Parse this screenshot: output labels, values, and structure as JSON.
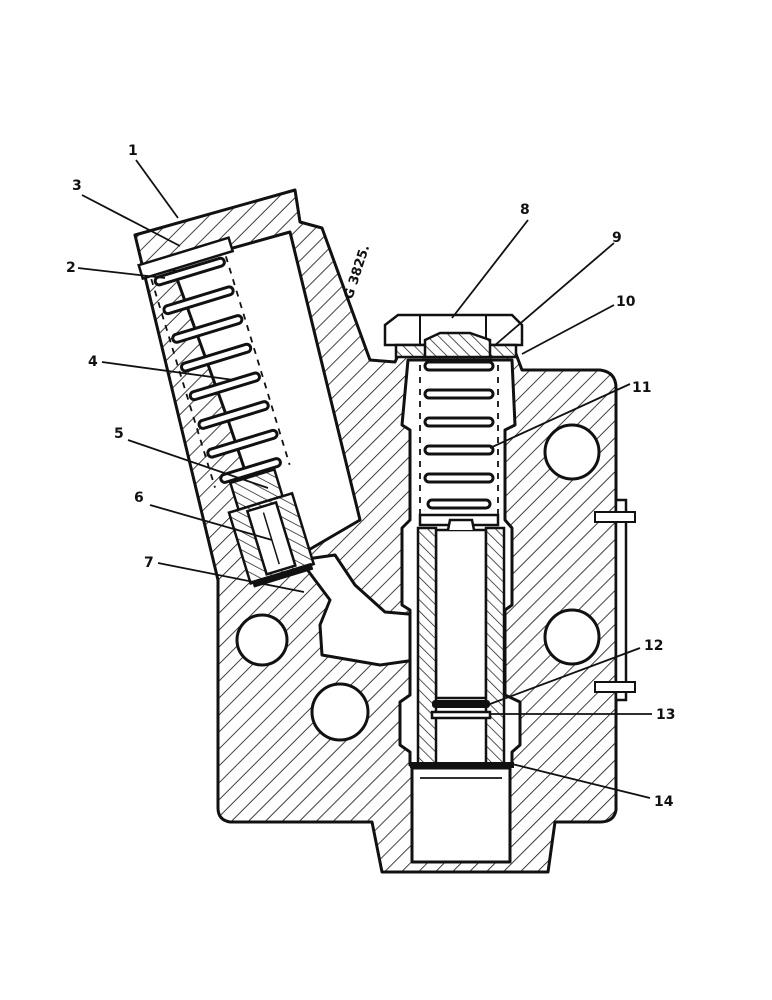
{
  "figure": {
    "drawing_code": "G 3825.",
    "callouts": [
      "1",
      "2",
      "3",
      "4",
      "5",
      "6",
      "7",
      "8",
      "9",
      "10",
      "11",
      "12",
      "13",
      "14"
    ]
  },
  "colors": {
    "ink": "#111111",
    "paper": "#ffffff"
  }
}
